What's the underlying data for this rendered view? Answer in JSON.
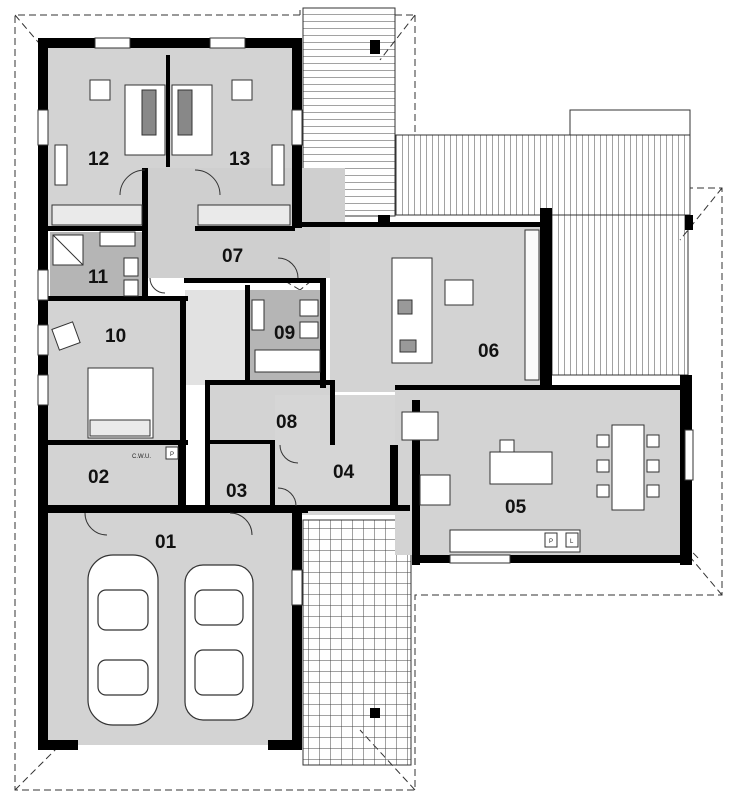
{
  "plan": {
    "rooms": [
      {
        "id": "r01",
        "label": "01"
      },
      {
        "id": "r02",
        "label": "02"
      },
      {
        "id": "r03",
        "label": "03"
      },
      {
        "id": "r04",
        "label": "04"
      },
      {
        "id": "r05",
        "label": "05"
      },
      {
        "id": "r06",
        "label": "06"
      },
      {
        "id": "r07",
        "label": "07"
      },
      {
        "id": "r08",
        "label": "08"
      },
      {
        "id": "r09",
        "label": "09"
      },
      {
        "id": "r10",
        "label": "10"
      },
      {
        "id": "r11",
        "label": "11"
      },
      {
        "id": "r12",
        "label": "12"
      },
      {
        "id": "r13",
        "label": "13"
      }
    ],
    "small_labels": {
      "cwu": "C.W.U.",
      "p_boiler": "P",
      "p_kitchen": "P",
      "l_kitchen": "L"
    },
    "colors": {
      "wall": "#000000",
      "floor": "#d3d3d3",
      "bath_floor": "#b5b5b5",
      "line": "#333333"
    }
  }
}
